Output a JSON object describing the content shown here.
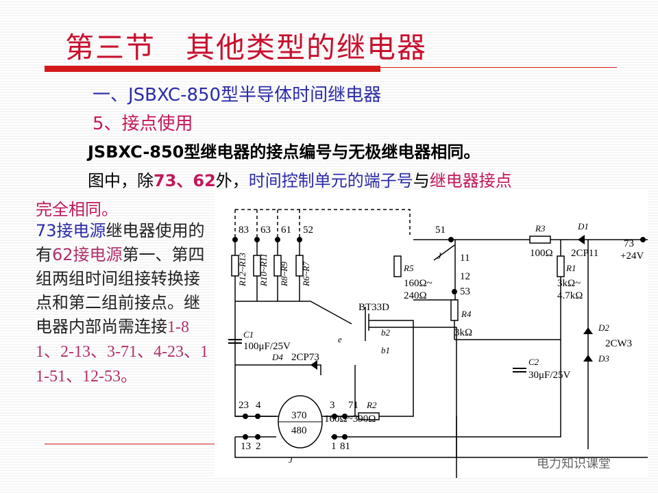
{
  "title": "第三节　其他类型的继电器",
  "heading1": "一、JSBXC-850型半导体时间继电器",
  "heading2": "5、接点使用",
  "para1": "JSBXC-850型继电器的接点编号与无极继电器相同。",
  "para2": {
    "a": "图中，除",
    "b": "73、62",
    "c": "外，",
    "d": "时间控制单元的端子号",
    "e": "与",
    "f": "继电器接点",
    "g": "完全相同。"
  },
  "overlap_a": [
    "73接电源",
    "62接电源",
    "时间组接",
    "前接点。"
  ],
  "overlap_b": [
    "继电器使用的有",
    "第一、第四组两组",
    "转换接点和第二组",
    "继电器内部尚"
  ],
  "para3_line": "需连接",
  "connections": [
    "1-81、2-13、",
    "3-71、4-23、11-51、",
    "12-53。"
  ],
  "diagram": {
    "terminals": [
      "83",
      "63",
      "61",
      "52",
      "51",
      "73",
      "11",
      "12",
      "53",
      "23",
      "4",
      "3",
      "71",
      "13",
      "2",
      "1",
      "81"
    ],
    "labels": {
      "r12": "R12~R13",
      "r10": "R10~R11",
      "r8": "R8~R9",
      "r6": "R6~R7",
      "r5": "R5",
      "r5v1": "160Ω~",
      "r5v2": "240Ω",
      "r1": "R1",
      "r1v1": "3kΩ~",
      "r1v2": "4.7kΩ",
      "r3": "R3",
      "r3v": "100Ω",
      "d1": "D1",
      "d1v": "2CP11",
      "v24": "+24V",
      "j": "J",
      "r4": "R4",
      "r4v": "3kΩ",
      "bt": "BT33D",
      "e": "e",
      "b2": "b2",
      "b1": "b1",
      "c1": "C1",
      "c1v": "100μF/25V",
      "c2": "C2",
      "c2v": "30μF/25V",
      "d4": "D4",
      "d4v": "2CP73",
      "r2": "R2",
      "r2v": "160Ω~390Ω",
      "d2": "D2",
      "d3": "D3",
      "zv": "2CW3",
      "m1": "370",
      "m2": "480",
      "jm": "J"
    }
  },
  "watermark": "电力知识课堂"
}
